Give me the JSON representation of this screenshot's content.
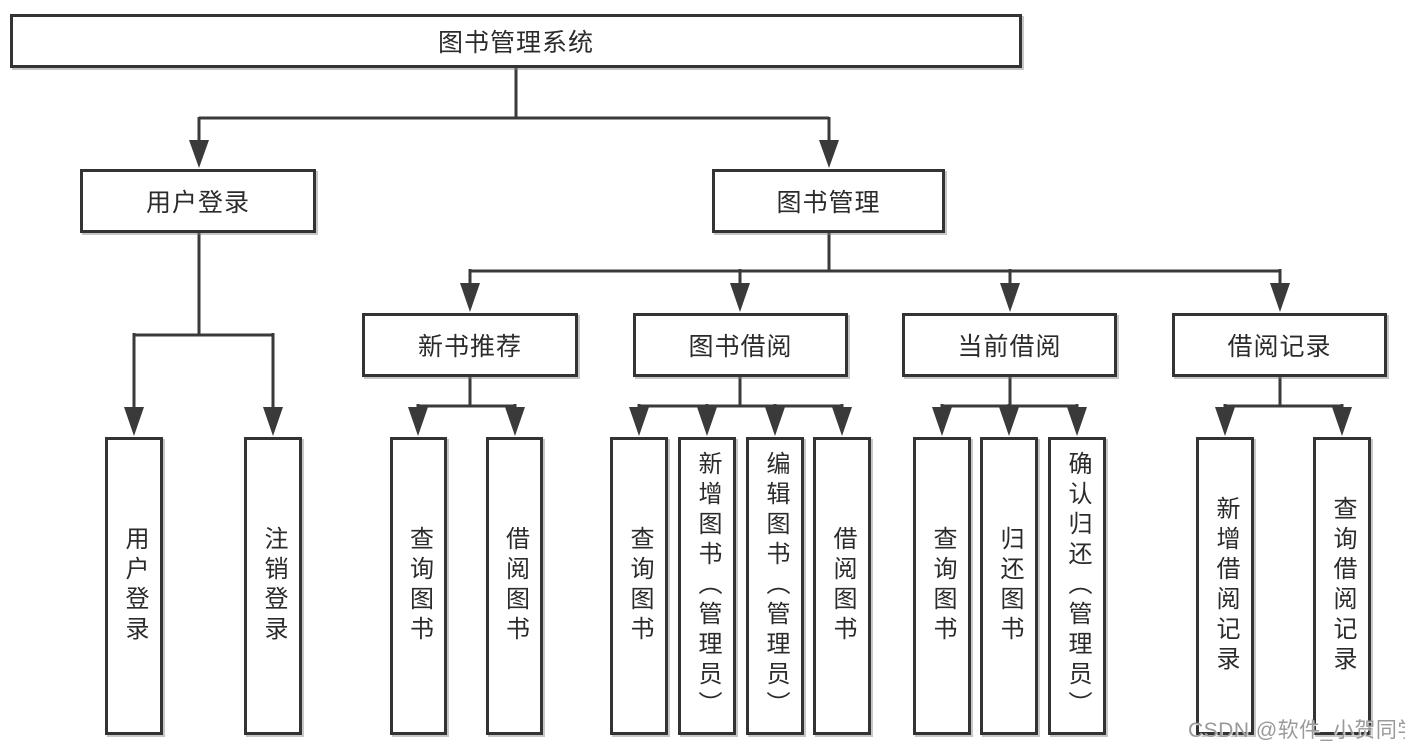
{
  "tree": {
    "label": "图书管理系统",
    "children": [
      {
        "label": "用户登录",
        "children": [
          {
            "label": "用户登录"
          },
          {
            "label": "注销登录"
          }
        ]
      },
      {
        "label": "图书管理",
        "children": [
          {
            "label": "新书推荐",
            "children": [
              {
                "label": "查询图书"
              },
              {
                "label": "借阅图书"
              }
            ]
          },
          {
            "label": "图书借阅",
            "children": [
              {
                "label": "查询图书"
              },
              {
                "label": "新增图书（管理员）"
              },
              {
                "label": "编辑图书（管理员）"
              },
              {
                "label": "借阅图书"
              }
            ]
          },
          {
            "label": "当前借阅",
            "children": [
              {
                "label": "查询图书"
              },
              {
                "label": "归还图书"
              },
              {
                "label": "确认归还（管理员）"
              }
            ]
          },
          {
            "label": "借阅记录",
            "children": [
              {
                "label": "新增借阅记录"
              },
              {
                "label": "查询借阅记录"
              }
            ]
          }
        ]
      }
    ]
  },
  "watermark": {
    "text": "CSDN @软件_小贺同学"
  },
  "colors": {
    "line": "#3a3a3a",
    "box_border": "#333333",
    "text": "#2b2b2b",
    "watermark": "#9a9a9a",
    "background": "#ffffff"
  }
}
